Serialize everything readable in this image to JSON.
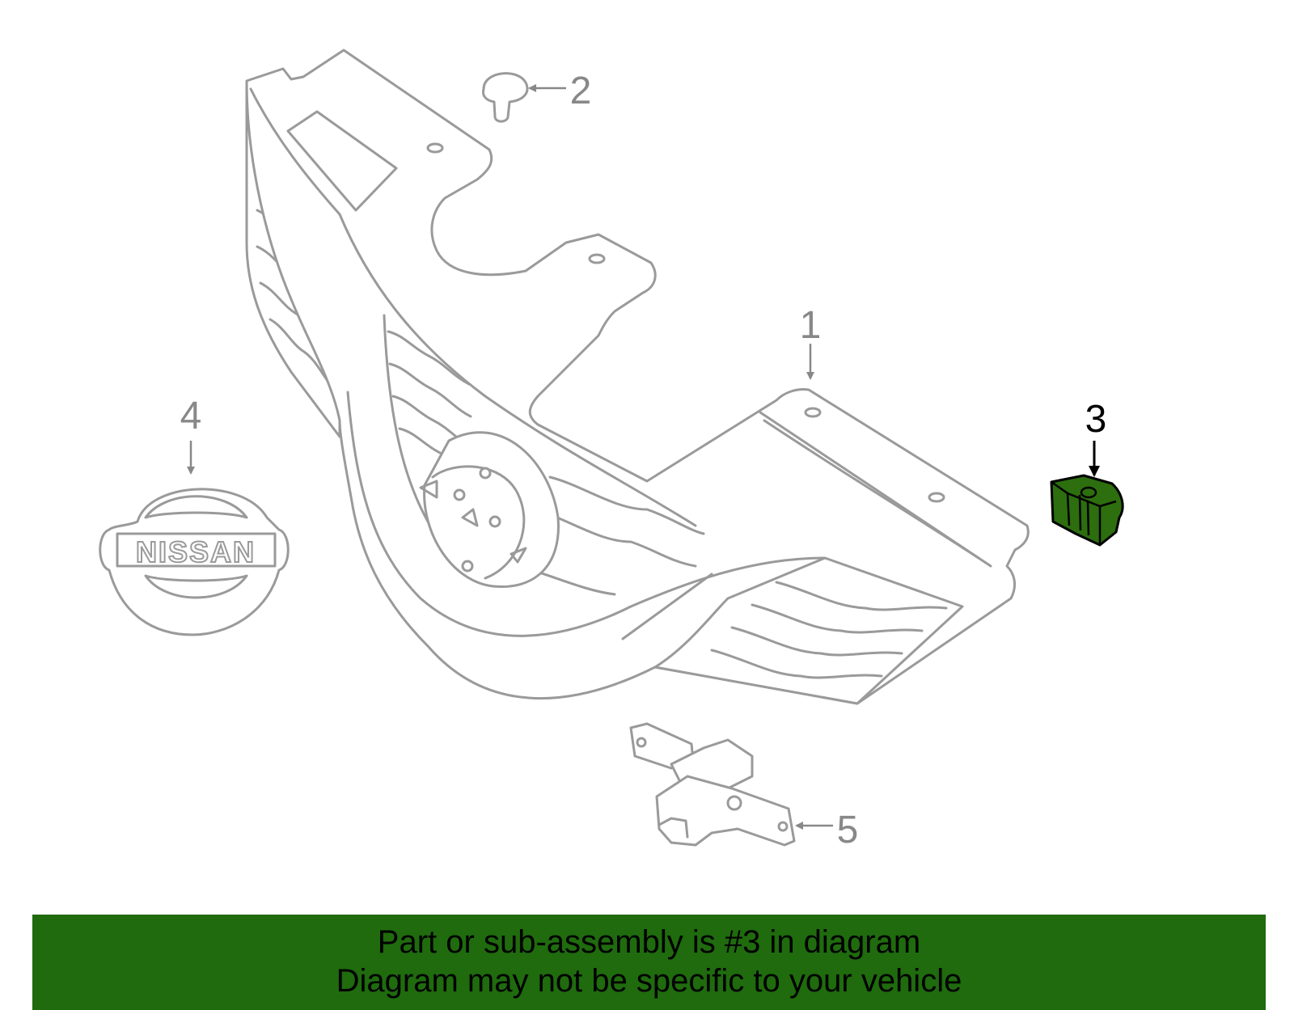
{
  "colors": {
    "highlight": "#2d6e0f",
    "banner": "#1f6b0e",
    "line_gray": "#9a9a9a",
    "callout_active": "#000000",
    "callout_inactive": "#888888"
  },
  "emblem": {
    "text": "NISSAN"
  },
  "callouts": [
    {
      "number": "1",
      "active": false
    },
    {
      "number": "2",
      "active": false
    },
    {
      "number": "3",
      "active": true
    },
    {
      "number": "4",
      "active": false
    },
    {
      "number": "5",
      "active": false
    }
  ],
  "banner": {
    "line1": "Part or sub-assembly is #3 in diagram",
    "line2": "Diagram may not be specific to your vehicle"
  }
}
